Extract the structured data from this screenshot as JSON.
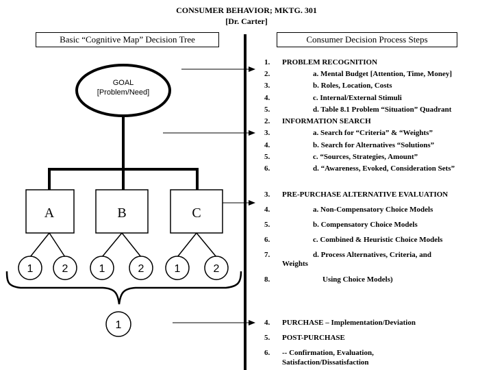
{
  "header": {
    "line1": "CONSUMER BEHAVIOR; MKTG. 301",
    "line2": "[Dr. Carter]"
  },
  "left_panel": {
    "title": "Basic “Cognitive Map” Decision Tree",
    "goal_line1": "GOAL",
    "goal_line2": "[Problem/Need]",
    "boxes": [
      "A",
      "B",
      "C"
    ],
    "leaves": [
      "1",
      "2",
      "1",
      "2",
      "1",
      "2"
    ],
    "result": "1"
  },
  "right_panel": {
    "title": "Consumer Decision Process Steps",
    "steps": [
      {
        "num": "1.",
        "text": "PROBLEM RECOGNITION"
      },
      {
        "num": "2.",
        "text": "a. Mental Budget [Attention, Time, Money]"
      },
      {
        "num": "3.",
        "text": "b. Roles, Location, Costs"
      },
      {
        "num": "4.",
        "text": "c. Internal/External Stimuli"
      },
      {
        "num": "5.",
        "text": "d. Table 8.1 Problem “Situation” Quadrant"
      },
      {
        "num": "2.",
        "text": "INFORMATION SEARCH"
      },
      {
        "num": "3.",
        "text": "a. Search for “Criteria” & “Weights”"
      },
      {
        "num": "4.",
        "text": "b. Search for Alternatives “Solutions”"
      },
      {
        "num": "5.",
        "text": "c. “Sources, Strategies, Amount”"
      },
      {
        "num": "6.",
        "text": "d. “Awareness, Evoked, Consideration Sets”"
      },
      {
        "num": "3.",
        "text": "PRE-PURCHASE ALTERNATIVE EVALUATION"
      },
      {
        "num": "4.",
        "text": "a. Non-Compensatory Choice Models"
      },
      {
        "num": "5.",
        "text": "b. Compensatory Choice Models"
      },
      {
        "num": "6.",
        "text": "c. Combined & Heuristic Choice Models"
      },
      {
        "num": "7.",
        "text": "d. Process Alternatives, Criteria, and"
      },
      {
        "num": "",
        "text": "Weights"
      },
      {
        "num": "8.",
        "text": "Using Choice Models)"
      },
      {
        "num": "4.",
        "text": "PURCHASE – Implementation/Deviation"
      },
      {
        "num": "5.",
        "text": "POST-PURCHASE"
      },
      {
        "num": "6.",
        "text": "-- Confirmation, Evaluation,"
      },
      {
        "num": "",
        "text": "Satisfaction/Dissatisfaction"
      }
    ]
  }
}
